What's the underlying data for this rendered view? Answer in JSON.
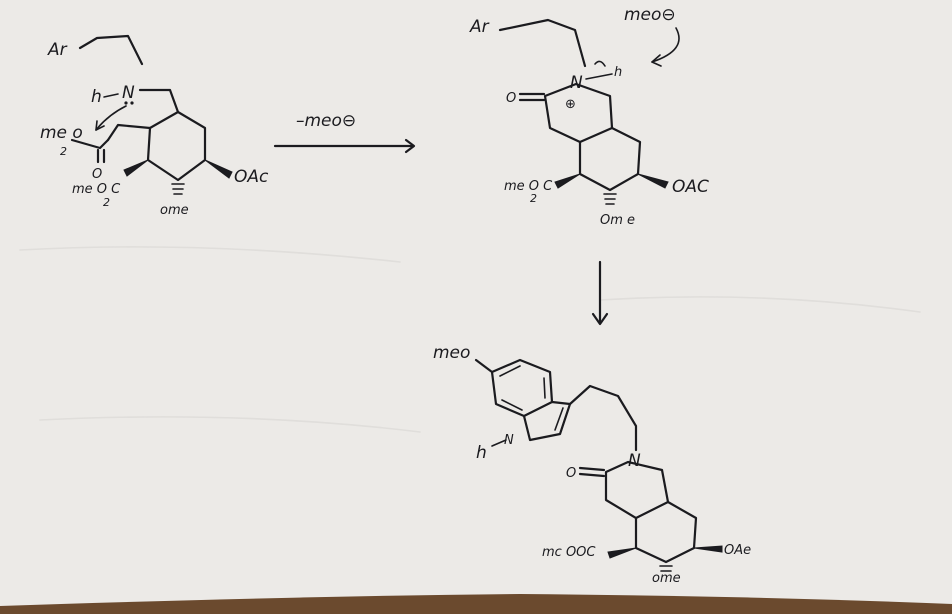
{
  "background_color": "#eceae7",
  "ink_color": "#1b1b1f",
  "bottom_strip_color": "#6b4a2e",
  "labels": {
    "s1_ar": "Ar",
    "s1_h": "h",
    "s1_n": "N",
    "s1_meo": "me o",
    "s1_meo_sub": "2",
    "s1_o": "O",
    "s1_meooc": "me O C",
    "s1_meooc_sub": "2",
    "s1_ome": "ome",
    "s1_oac": "OAc",
    "arrow_label": "–meo⊖",
    "s2_ar": "Ar",
    "s2_meo_minus": "meo⊖",
    "s2_n": "N",
    "s2_h": "h",
    "s2_plus": "⊕",
    "s2_o": "O",
    "s2_meo2": "me O C",
    "s2_meo2_sub": "2",
    "s2_ome": "Om e",
    "s2_oac": "OAC",
    "s3_meo": "meo",
    "s3_h": "h",
    "s3_n_indole": "N",
    "s3_n": "N",
    "s3_o": "O",
    "s3_meooc": "mc OOC",
    "s3_oac": "OAe",
    "s3_ome": "ome"
  }
}
